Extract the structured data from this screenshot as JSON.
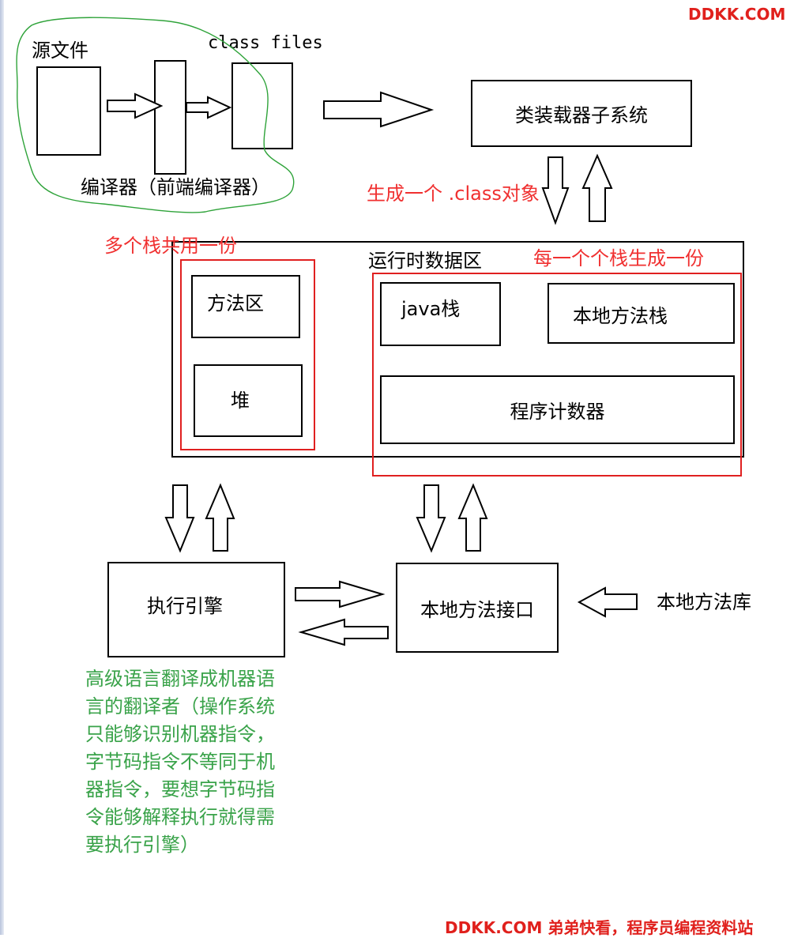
{
  "watermark": {
    "top": "DDKK.COM",
    "bottom": "DDKK.COM 弟弟快看，程序员编程资料站"
  },
  "compile": {
    "source_label": "源文件",
    "class_files_label": "class files",
    "compiler_label": "编译器（前端编译器）"
  },
  "class_loader": {
    "label": "类装载器子系统",
    "note": "生成一个 .class对象"
  },
  "runtime": {
    "title": "运行时数据区",
    "shared_note": "多个栈共用一份",
    "per_thread_note": "每一个个栈生成一份",
    "method_area": "方法区",
    "heap": "堆",
    "java_stack": "java栈",
    "native_stack": "本地方法栈",
    "pc_register": "程序计数器"
  },
  "execution": {
    "engine": "执行引擎",
    "native_interface": "本地方法接口",
    "native_library": "本地方法库",
    "engine_note": "高级语言翻译成机器语言的翻译者（操作系统只能够识别机器指令，字节码指令不等同于机器指令，要想字节码指令能够解释执行就得需要执行引擎）"
  },
  "colors": {
    "annotation_red": "#f03030",
    "annotation_green": "#3aa34a",
    "lasso_green": "#2fa33a",
    "watermark_red": "#e0201c"
  }
}
